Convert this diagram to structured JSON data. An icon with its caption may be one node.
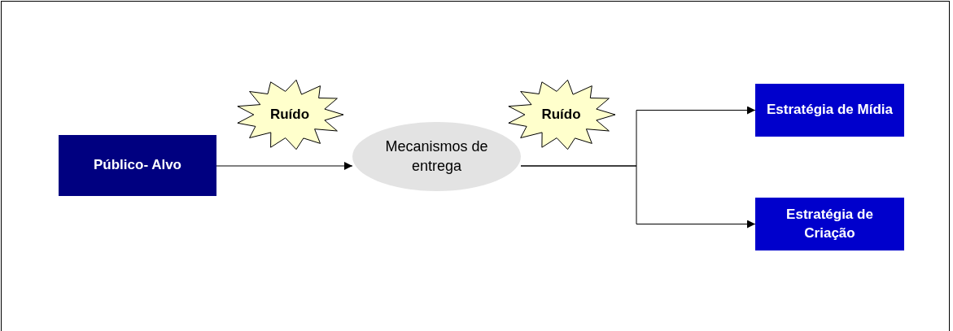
{
  "diagram": {
    "nodes": [
      {
        "text": [
          "Público- Alvo"
        ]
      },
      {
        "text": [
          "Ruído"
        ]
      },
      {
        "text": [
          "Mecanismos de entrega"
        ]
      },
      {
        "text": [
          "Ruído"
        ]
      },
      {
        "text": [
          "Estratégia de Mídia"
        ]
      },
      {
        "text": [
          "Estratégia de Criação"
        ]
      }
    ],
    "edges": [
      {
        "from": 0,
        "to": 2,
        "arrow": "to"
      },
      {
        "from": 2,
        "to": 4,
        "arrow": "to"
      },
      {
        "from": 2,
        "to": 5,
        "arrow": "to"
      }
    ]
  }
}
